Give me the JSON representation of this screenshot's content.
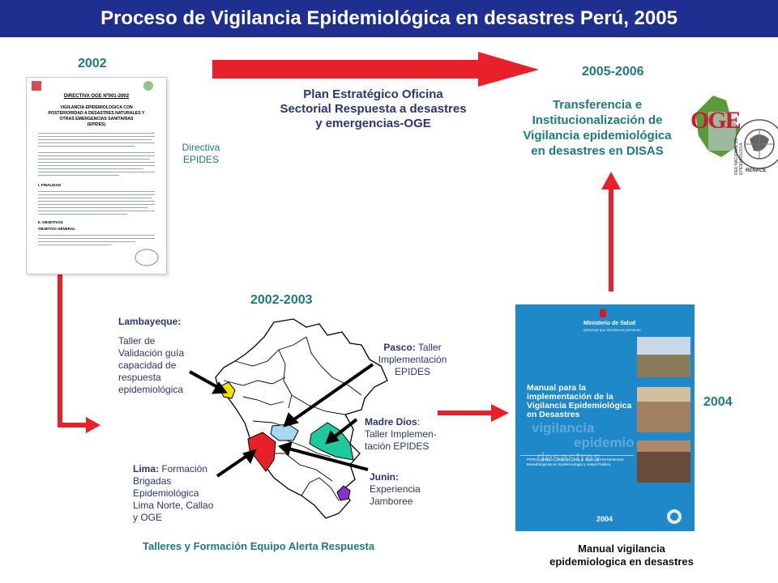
{
  "title": "Proceso de Vigilancia Epidemiológica en desastres Perú, 2005",
  "years": {
    "y2002": "2002",
    "y2005": "2005-2006",
    "y2002_2003": "2002-2003",
    "y2004": "2004"
  },
  "plan": {
    "line1": "Plan Estratégico Oficina",
    "line2": "Sectorial Respuesta a desastres",
    "line3": "y emergencias-OGE"
  },
  "directiva": {
    "line1": "Directiva",
    "line2": "EPIDES"
  },
  "transfer": {
    "line1": "Transferencia e",
    "line2": "Institucionalización de",
    "line3": "Vigilancia epidemiológica",
    "line4": "en desastres en DISAS"
  },
  "logos": {
    "oge": "OGE",
    "renace_ring": "RED NACIONAL DE EPIDEMIOLOGÍA",
    "renace_bottom": "RENACE"
  },
  "document": {
    "header": "DIRECTIVA OGE Nº001-2002",
    "title1": "VIGILANCIA EPIDEMIOLOGICA CON",
    "title2": "POSTERIORIDAD A DESASTRES NATURALES Y",
    "title3": "OTRAS EMERGENCIAS SANITARIAS",
    "title4": "(EPIDES)",
    "sec1": "I. FINALIDAD",
    "sec2": "II. OBJETIVOS",
    "sec3": "OBJETIVO GENERAL"
  },
  "regions": {
    "lambayeque_title": "Lambayeque:",
    "lambayeque_text": [
      "Taller de",
      "Validación guía",
      "capacidad de",
      "respuesta",
      "epidemiológica"
    ],
    "pasco_title": "Pasco:",
    "pasco_text": [
      " Taller",
      "Implementación",
      "EPIDES"
    ],
    "madre_title": "Madre Dios",
    "madre_text": [
      ":",
      "Taller Implemen-",
      "tación EPIDES"
    ],
    "lima_title": "Lima:",
    "lima_text": [
      " Formación",
      "Brigadas",
      "Epidemiológica",
      "Lima Norte, Callao",
      "y OGE"
    ],
    "junin_title": "Junin:",
    "junin_text": [
      "Experiencia",
      "Jamboree"
    ]
  },
  "talleres": "Talleres y Formación Equipo Alerta Respuesta",
  "manual": {
    "ministry": "Ministerio de Salud",
    "ministry_sub": "personas que atendemos personas",
    "t1": "Manual para la",
    "t2": "implementación de la",
    "t3": "Vigilancia Epidemiológica",
    "t4": "en Desastres",
    "ghost1": "vigilancia",
    "ghost2": "epidemio",
    "ghost3": "desastres",
    "series1": "PERU / MINSA / OGE-04 / 021 & Serie de Herramientas",
    "series2": "Metodologicas en Epidemiologia y Salud Publica",
    "year": "2004"
  },
  "manual_caption": {
    "line1": "Manual vigilancia",
    "line2": "epidemiologica en desastres"
  },
  "colors": {
    "title_bg": "#1f2f8f",
    "arrow_red": "#e8202a",
    "teal_text": "#1f7a7a",
    "navy_text": "#2b3577",
    "lambayeque": "#f0e000",
    "pasco": "#a8d8f0",
    "lima": "#e8202a",
    "madre_dios": "#1fc9a0",
    "junin": "#8830c8"
  }
}
